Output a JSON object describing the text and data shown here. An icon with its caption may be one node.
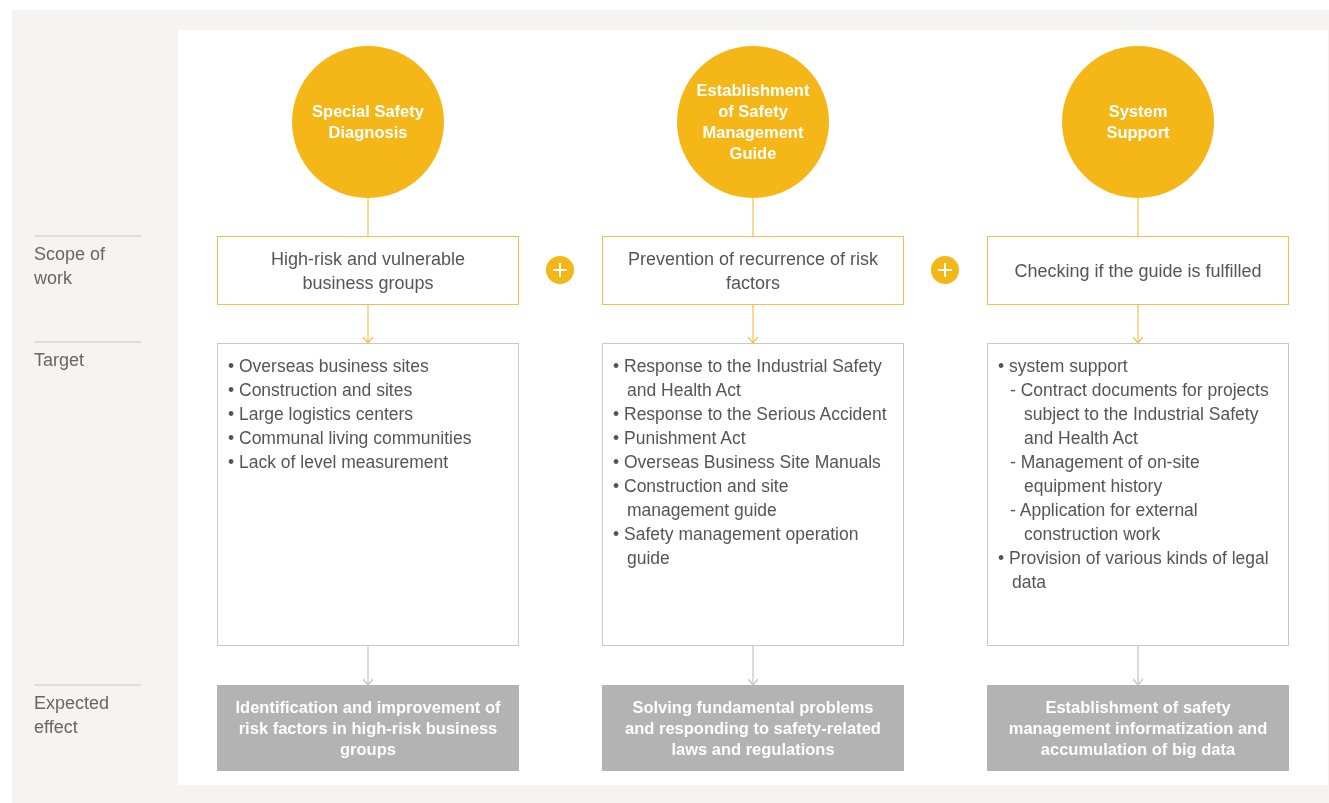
{
  "diagram": {
    "nodes": [
      {
        "text": [
          "Special Safety Diagnosis"
        ]
      },
      {
        "text": [
          "High-risk and vulnerable business groups"
        ]
      },
      {
        "text": [
          "• Overseas business sites",
          "• Construction and sites",
          "• Large logistics centers",
          "• Communal living communities",
          "• Lack of level measurement"
        ]
      },
      {
        "text": [
          "Identification and improvement of risk factors in high-risk business groups"
        ]
      },
      {
        "text": [
          "Establishment of Safety Management Guide"
        ]
      },
      {
        "text": [
          "Prevention of recurrence of risk factors"
        ]
      },
      {
        "text": [
          "• Response to the Industrial Safety and Health Act",
          "• Response to the Serious Accident",
          "• Punishment Act",
          "• Overseas Business Site Manuals",
          "• Construction and site management guide",
          "• Safety management operation guide"
        ]
      },
      {
        "text": [
          "Solving fundamental problems and responding to safety-related laws and regulations"
        ]
      },
      {
        "text": [
          "System Support"
        ]
      },
      {
        "text": [
          "Checking if the guide is fulfilled"
        ]
      },
      {
        "text": [
          "• system support",
          "- Contract documents for projects subject to the Industrial Safety and Health Act",
          "- Management of on-site equipment history",
          "- Application for external construction work",
          "• Provision of various kinds of legal data"
        ]
      },
      {
        "text": [
          "Establishment of safety management informatization and accumulation of big data"
        ]
      }
    ],
    "edges": [
      {
        "from": 0,
        "to": 1,
        "arrow": "none"
      },
      {
        "from": 1,
        "to": 2,
        "arrow": "to"
      },
      {
        "from": 2,
        "to": 3,
        "arrow": "to",
        "color": "#c4c4c4"
      },
      {
        "from": 4,
        "to": 5,
        "arrow": "none"
      },
      {
        "from": 5,
        "to": 6,
        "arrow": "to"
      },
      {
        "from": 6,
        "to": 7,
        "arrow": "to",
        "color": "#c4c4c4"
      },
      {
        "from": 8,
        "to": 9,
        "arrow": "none"
      },
      {
        "from": 9,
        "to": 10,
        "arrow": "to"
      },
      {
        "from": 10,
        "to": 11,
        "arrow": "to",
        "color": "#c4c4c4"
      }
    ],
    "labels": [
      "Scope of work",
      "Target",
      "Expected effect"
    ]
  }
}
